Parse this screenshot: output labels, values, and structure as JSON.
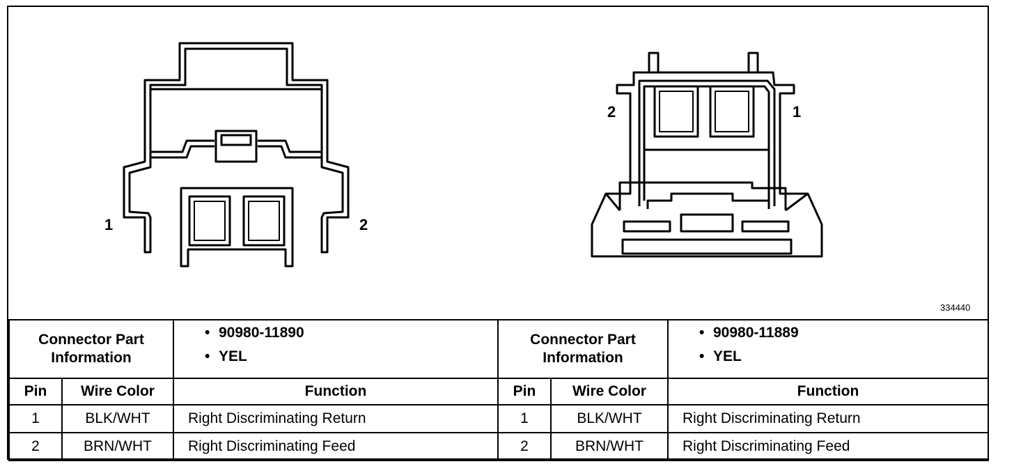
{
  "figure_id": "334440",
  "left_connector": {
    "pin_label_left": "1",
    "pin_label_right": "2"
  },
  "right_connector": {
    "pin_label_left": "2",
    "pin_label_right": "1"
  },
  "tables": [
    {
      "info_title_line1": "Connector Part",
      "info_title_line2": "Information",
      "part_number": "90980-11890",
      "color": "YEL",
      "headers": {
        "pin": "Pin",
        "wire_color": "Wire Color",
        "function": "Function"
      },
      "rows": [
        {
          "pin": "1",
          "wire_color": "BLK/WHT",
          "function": "Right Discriminating Return"
        },
        {
          "pin": "2",
          "wire_color": "BRN/WHT",
          "function": "Right Discriminating Feed"
        }
      ]
    },
    {
      "info_title_line1": "Connector Part",
      "info_title_line2": "Information",
      "part_number": "90980-11889",
      "color": "YEL",
      "headers": {
        "pin": "Pin",
        "wire_color": "Wire Color",
        "function": "Function"
      },
      "rows": [
        {
          "pin": "1",
          "wire_color": "BLK/WHT",
          "function": "Right Discriminating Return"
        },
        {
          "pin": "2",
          "wire_color": "BRN/WHT",
          "function": "Right Discriminating Feed"
        }
      ]
    }
  ],
  "bullet_glyph": "•"
}
